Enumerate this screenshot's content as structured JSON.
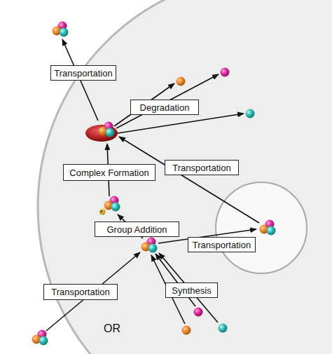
{
  "diagram": {
    "nodes": [
      {
        "text": [
          "Transportation"
        ]
      },
      {
        "text": [
          "Degradation"
        ]
      },
      {
        "text": [
          "Transportation"
        ]
      },
      {
        "text": [
          "Complex Formation"
        ]
      },
      {
        "text": [
          "Group Addition"
        ]
      },
      {
        "text": [
          "Transportation"
        ]
      },
      {
        "text": [
          "Transportation"
        ]
      },
      {
        "text": [
          "Synthesis"
        ]
      }
    ],
    "labels": [
      "P",
      "OR"
    ]
  }
}
